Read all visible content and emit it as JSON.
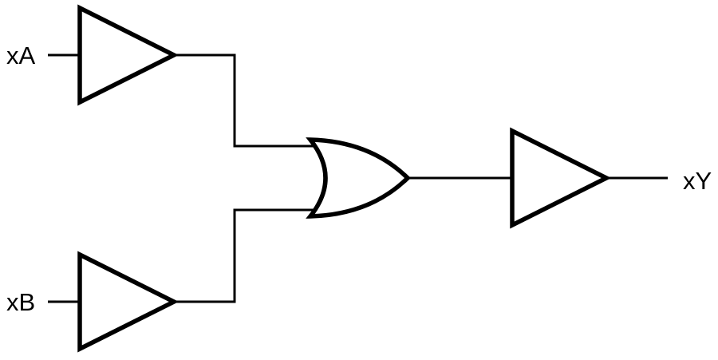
{
  "diagram": {
    "type": "logic-circuit-schematic",
    "background_color": "#ffffff",
    "line_color": "#000000",
    "labels": {
      "input_a": "xA",
      "input_b": "xB",
      "output": "xY"
    },
    "gates": [
      {
        "id": "buffer-a",
        "type": "buffer",
        "input": "xA",
        "feeds": "or-gate"
      },
      {
        "id": "buffer-b",
        "type": "buffer",
        "input": "xB",
        "feeds": "or-gate"
      },
      {
        "id": "or-gate",
        "type": "or",
        "inputs": [
          "buffer-a",
          "buffer-b"
        ],
        "feeds": "buffer-y"
      },
      {
        "id": "buffer-y",
        "type": "buffer",
        "input": "or-gate",
        "output": "xY"
      }
    ]
  }
}
